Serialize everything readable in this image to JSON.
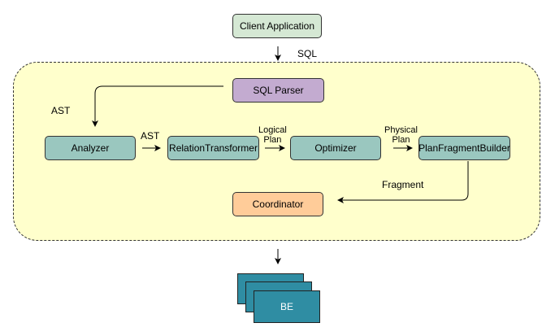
{
  "nodes": {
    "client": "Client Application",
    "sql_parser": "SQL Parser",
    "analyzer": "Analyzer",
    "relation_transformer": "RelationTransformer",
    "optimizer": "Optimizer",
    "plan_fragment_builder": "PlanFragmentBuilder",
    "coordinator": "Coordinator",
    "be": "BE"
  },
  "edge_labels": {
    "sql": "SQL",
    "ast_left": "AST",
    "ast_mid": "AST",
    "logical_plan": "Logical\nPlan",
    "physical_plan": "Physical\nPlan",
    "fragment": "Fragment"
  },
  "colors": {
    "client": "#d5e8d4",
    "sql_parser": "#c3abd0",
    "core": "#9ac7bf",
    "coordinator": "#ffcc99",
    "container": "#ffffcc",
    "be": "#2f8da3"
  }
}
